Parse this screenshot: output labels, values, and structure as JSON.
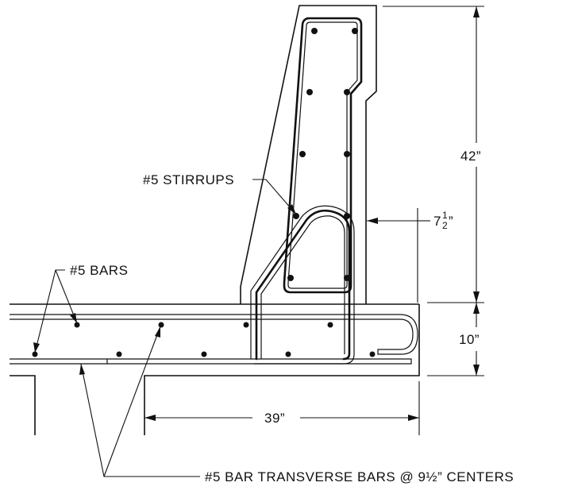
{
  "labels": {
    "stirrups": "#5 STIRRUPS",
    "bars": "#5 BARS",
    "transverse": "#5 BAR TRANSVERSE BARS @ 9½” CENTERS"
  },
  "dimensions": {
    "height_42": "42”",
    "thickness_whole": "7",
    "thickness_num": "1",
    "thickness_den": "2",
    "slab_10": "10”",
    "overhang_39": "39”"
  }
}
